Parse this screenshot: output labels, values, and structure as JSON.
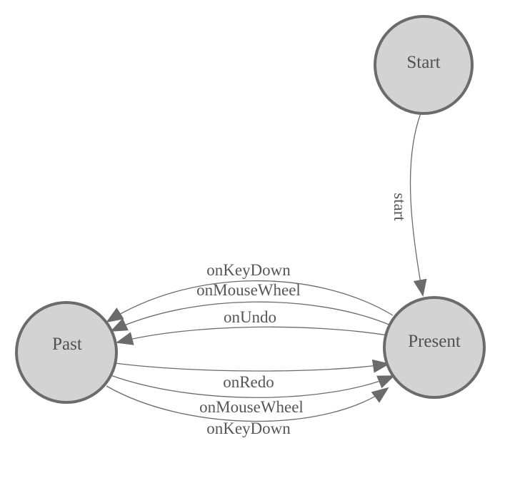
{
  "diagram": {
    "type": "finite-state-machine",
    "background_color": "#ffffff",
    "node_fill_color": "#d3d3d3",
    "node_border_color": "#6b6b6b",
    "edge_color": "#6b6b6b",
    "text_color": "#565656",
    "nodes": [
      {
        "id": "start",
        "label": "Start"
      },
      {
        "id": "past",
        "label": "Past"
      },
      {
        "id": "present",
        "label": "Present"
      }
    ],
    "edges": [
      {
        "from": "Start",
        "to": "Present",
        "label": "start"
      },
      {
        "from": "Present",
        "to": "Past",
        "label": "onKeyDown"
      },
      {
        "from": "Present",
        "to": "Past",
        "label": "onMouseWheel"
      },
      {
        "from": "Present",
        "to": "Past",
        "label": "onUndo"
      },
      {
        "from": "Past",
        "to": "Present",
        "label": "onRedo"
      },
      {
        "from": "Past",
        "to": "Present",
        "label": "onMouseWheel"
      },
      {
        "from": "Past",
        "to": "Present",
        "label": "onKeyDown"
      }
    ]
  }
}
